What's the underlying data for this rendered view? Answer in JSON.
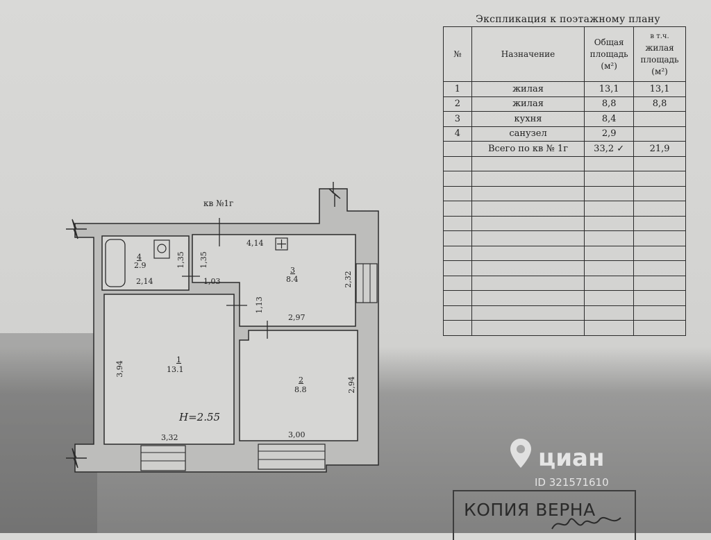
{
  "explication": {
    "title": "Экспликация к поэтажному плану",
    "headers": {
      "num": "№",
      "purpose": "Назначение",
      "total_area_1": "Общая",
      "total_area_2": "площадь",
      "total_area_3": "(м²)",
      "living_area_1": "в т.ч.",
      "living_area_2": "жилая",
      "living_area_3": "площадь",
      "living_area_4": "(м²)"
    },
    "rows": [
      {
        "num": "1",
        "purpose": "жилая",
        "total": "13,1",
        "living": "13,1"
      },
      {
        "num": "2",
        "purpose": "жилая",
        "total": "8,8",
        "living": "8,8"
      },
      {
        "num": "3",
        "purpose": "кухня",
        "total": "8,4",
        "living": ""
      },
      {
        "num": "4",
        "purpose": "санузел",
        "total": "2,9",
        "living": ""
      },
      {
        "num": "",
        "purpose": "Всего по кв № 1г",
        "total": "33,2 ✓",
        "living": "21,9"
      }
    ],
    "empty_rows": 12
  },
  "plan": {
    "apartment_label": "кв №1г",
    "height_label": "Н=2.55",
    "rooms": [
      {
        "num": "1",
        "area": "13.1"
      },
      {
        "num": "2",
        "area": "8.8"
      },
      {
        "num": "3",
        "area": "8.4"
      },
      {
        "num": "4",
        "area": "2.9"
      }
    ],
    "dims": {
      "d_4_14": "4,14",
      "d_1_35_a": "1,35",
      "d_1_35_b": "1,35",
      "d_2_14": "2,14",
      "d_1_03": "1,03",
      "d_2_32": "2,32",
      "d_1_13": "1,13",
      "d_2_97": "2,97",
      "d_3_94": "3,94",
      "d_2_94": "2,94",
      "d_3_32": "3,32",
      "d_3_00": "3,00"
    }
  },
  "watermark": {
    "brand": "циан",
    "id": "ID 321571610"
  },
  "stamp": {
    "text": "КОПИЯ ВЕРНА"
  }
}
